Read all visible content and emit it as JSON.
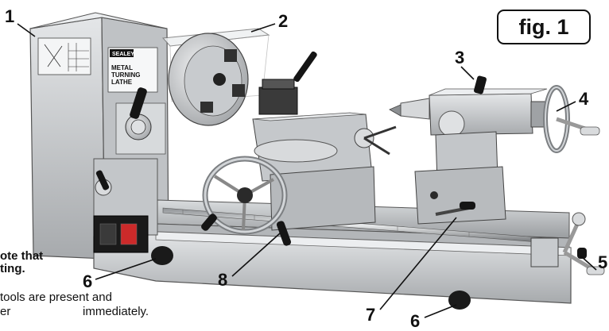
{
  "figure_label": "fig. 1",
  "callouts": [
    "1",
    "2",
    "3",
    "4",
    "5",
    "6",
    "6",
    "7",
    "8"
  ],
  "brand_plate": {
    "brand": "SEALEY",
    "line1": "METAL",
    "line2": "TURNING",
    "line3": "LATHE"
  },
  "note": {
    "line1": "ote that",
    "line2": "ting.",
    "line3": "tools are present and",
    "line4": "er",
    "line5": "immediately."
  },
  "colors": {
    "body": "#c9ccce",
    "body_dark": "#8d9093",
    "body_light": "#e6e8ea",
    "black": "#151515",
    "steel": "#b4b7ba"
  }
}
